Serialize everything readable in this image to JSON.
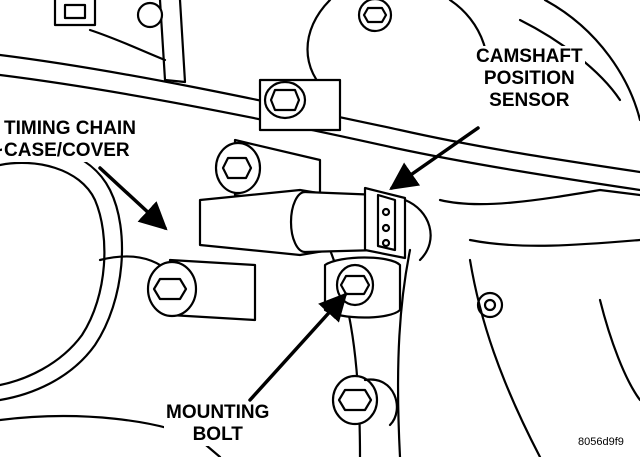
{
  "labels": {
    "camshaft_position_sensor": [
      "CAMSHAFT",
      "POSITION",
      "SENSOR"
    ],
    "timing_chain_case_cover": [
      "TIMING CHAIN",
      "CASE/COVER"
    ],
    "mounting_bolt": [
      "MOUNTING",
      "BOLT"
    ]
  },
  "figure_id": "8056d9f9"
}
